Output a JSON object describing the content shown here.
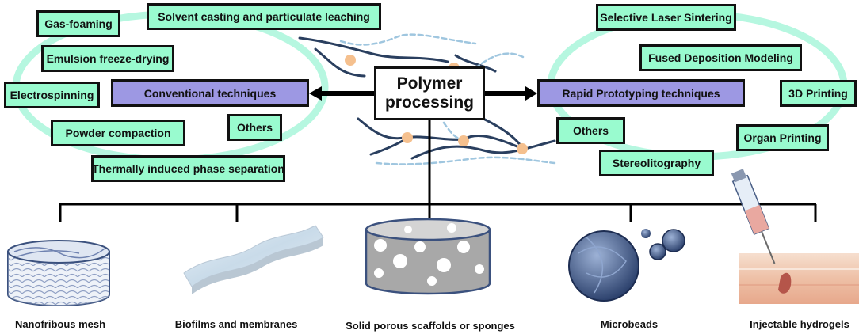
{
  "center": {
    "line1": "Polymer",
    "line2": "processing"
  },
  "conventional": {
    "label": "Conventional techniques",
    "methods": [
      "Gas-foaming",
      "Solvent casting and particulate leaching",
      "Emulsion freeze-drying",
      "Electrospinning",
      "Powder compaction",
      "Others",
      "Thermally induced phase separation"
    ]
  },
  "rapid": {
    "label": "Rapid Prototyping techniques",
    "methods": [
      "Selective Laser Sintering",
      "Fused Deposition Modeling",
      "3D Printing",
      "Others",
      "Organ Printing",
      "Stereolitography"
    ]
  },
  "products": [
    "Nanofribous mesh",
    "Biofilms and membranes",
    "Solid porous scaffolds or sponges",
    "Microbeads",
    "Injectable hydrogels"
  ],
  "colors": {
    "method_box": "#99fbcf",
    "technique_box": "#9d98e3",
    "ellipse": "#b6f7e0",
    "chain": "#2a3f5f",
    "node": "#f5c08e"
  }
}
